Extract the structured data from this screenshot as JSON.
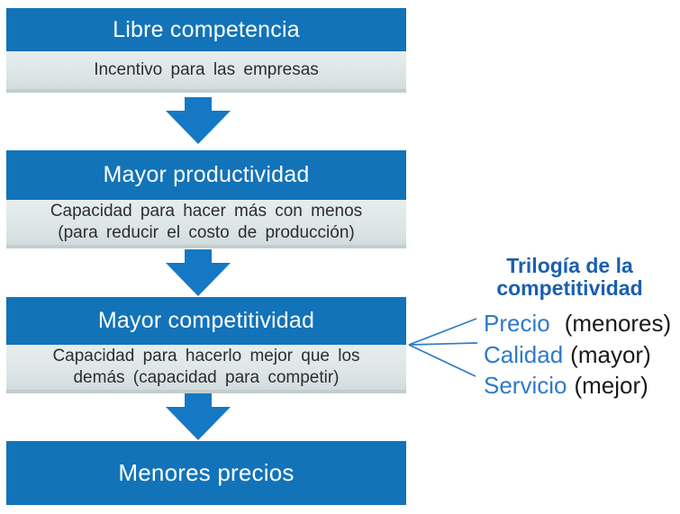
{
  "flow": {
    "steps": [
      {
        "title": "Libre competencia",
        "subtitle_lines": [
          "Incentivo para las empresas"
        ]
      },
      {
        "title": "Mayor productividad",
        "subtitle_lines": [
          "Capacidad para hacer más con menos",
          "(para reducir el costo de producción)"
        ]
      },
      {
        "title": "Mayor competitividad",
        "subtitle_lines": [
          "Capacidad para hacerlo mejor que los",
          "demás (capacidad para competir)"
        ]
      },
      {
        "title": "Menores precios"
      }
    ]
  },
  "trilogy": {
    "title_lines": [
      "Trilogía de la",
      "competitividad"
    ],
    "items": [
      {
        "term": "Precio",
        "qualifier": "(menores)"
      },
      {
        "term": "Calidad",
        "qualifier": "(mayor)"
      },
      {
        "term": "Servicio",
        "qualifier": "(mejor)"
      }
    ]
  },
  "colors": {
    "box_blue": "#1273B9",
    "arrow_blue": "#1478C4",
    "subbox_bg": "#DCE5E6",
    "subbox_border": "#C2CDCE",
    "trilogy_title_blue": "#1B5FAE",
    "term_blue": "#2E7AC8",
    "qualifier_black": "#1A1A1A"
  }
}
